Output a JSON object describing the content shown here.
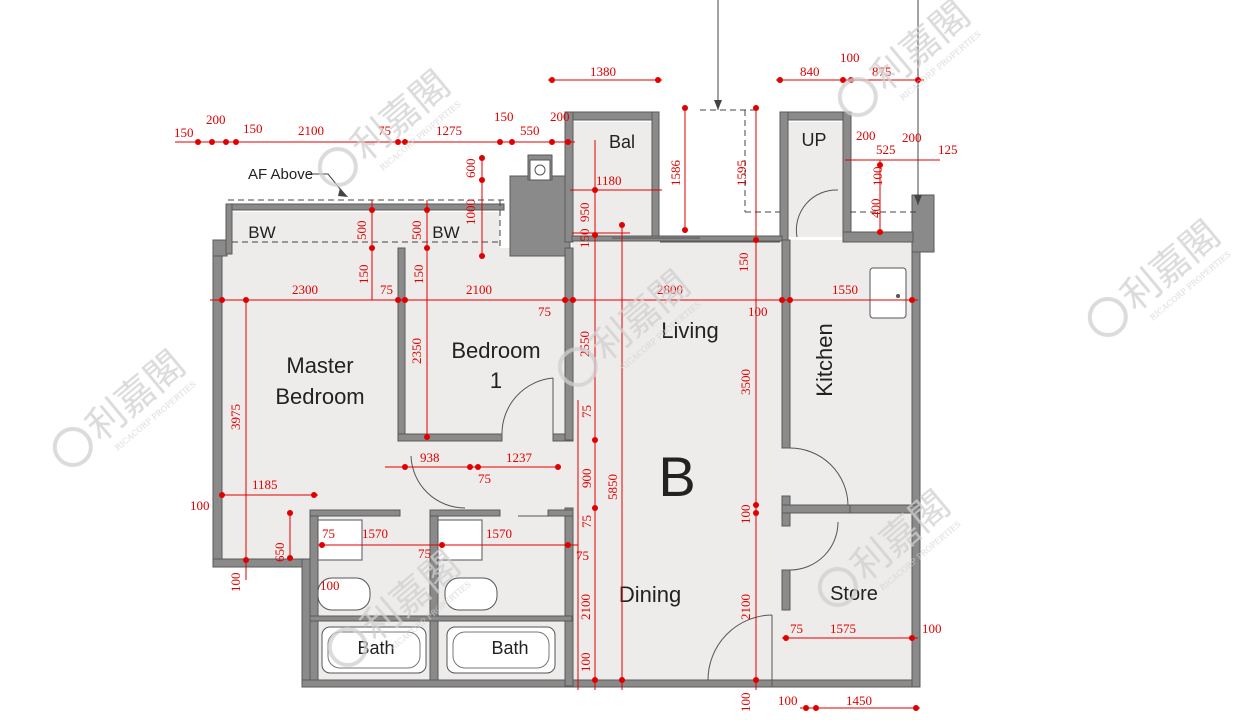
{
  "rooms": {
    "master_bedroom_l1": "Master",
    "master_bedroom_l2": "Bedroom",
    "bedroom1_l1": "Bedroom",
    "bedroom1_l2": "1",
    "living": "Living",
    "dining": "Dining",
    "kitchen": "Kitchen",
    "store": "Store",
    "bath_1": "Bath",
    "bath_2": "Bath",
    "balcony": "Bal",
    "utility": "UP",
    "bay_window_1": "BW",
    "bay_window_2": "BW",
    "unit_letter": "B"
  },
  "notes": {
    "af_above": "AF Above"
  },
  "watermark": {
    "brand_cn": "利嘉閣",
    "brand_en": "RICACORP PROPERTIES"
  },
  "dimensions": {
    "d1": "150",
    "d2": "200",
    "d3": "150",
    "d4": "2100",
    "d5": "75",
    "d6": "1275",
    "d7": "150",
    "d8": "550",
    "d9": "200",
    "d10": "1380",
    "d11": "840",
    "d12": "100",
    "d13": "875",
    "d14": "200",
    "d15": "525",
    "d16": "200",
    "d17": "125",
    "d18": "1180",
    "d19": "1586",
    "d20": "1595",
    "d21": "600",
    "d22": "1000",
    "d23": "950",
    "d24": "150",
    "d25": "500",
    "d26": "500",
    "d27": "150",
    "d28": "150",
    "d29": "100",
    "d30": "400",
    "d31": "2300",
    "d32": "75",
    "d33": "2100",
    "d34": "75",
    "d35": "2800",
    "d36": "100",
    "d37": "1550",
    "d38": "150",
    "d39": "2550",
    "d40": "2350",
    "d41": "3975",
    "d42": "3500",
    "d43": "75",
    "d44": "938",
    "d45": "1237",
    "d46": "75",
    "d47": "900",
    "d48": "5850",
    "d49": "1185",
    "d50": "100",
    "d51": "650",
    "d52": "75",
    "d53": "1570",
    "d54": "75",
    "d55": "1570",
    "d56": "75",
    "d57": "75",
    "d58": "100",
    "d59": "100",
    "d60": "2100",
    "d61": "2100",
    "d62": "100",
    "d63": "1575",
    "d64": "100",
    "d65": "100",
    "d66": "100",
    "d67": "100",
    "d68": "1450",
    "d69": "75"
  }
}
